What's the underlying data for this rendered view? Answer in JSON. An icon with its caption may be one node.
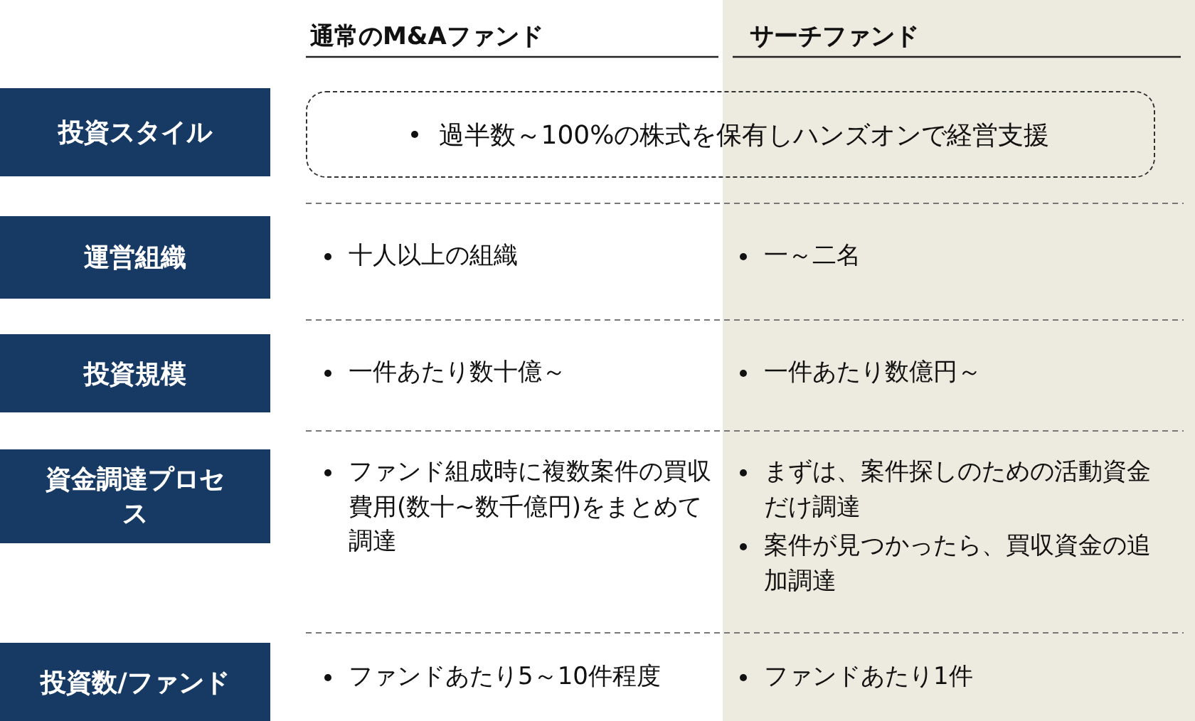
{
  "diagram": {
    "nodes": [
      {
        "text": [
          "投資スタイル"
        ]
      },
      {
        "text": [
          "過半数～100%の株式を保有しハンズオンで経営支援"
        ]
      },
      {
        "text": [
          "運営組織"
        ]
      },
      {
        "text": [
          "投資規模"
        ]
      },
      {
        "text": [
          "資金調達プロセス"
        ]
      },
      {
        "text": [
          "投資数/ファンド"
        ]
      }
    ],
    "labels": [
      "通常のM&Aファンド",
      "サーチファンド",
      "十人以上の組織",
      "一～二名",
      "一件あたり数十億～",
      "一件あたり数億円～",
      "ファンド組成時に複数案件の買収費用(数十~数千億円)をまとめて調達",
      "まずは、案件探しのための活動資金だけ調達",
      "案件が見つかったら、買収資金の追加調達",
      "ファンドあたり5～10件程度",
      "ファンドあたり1件"
    ]
  }
}
